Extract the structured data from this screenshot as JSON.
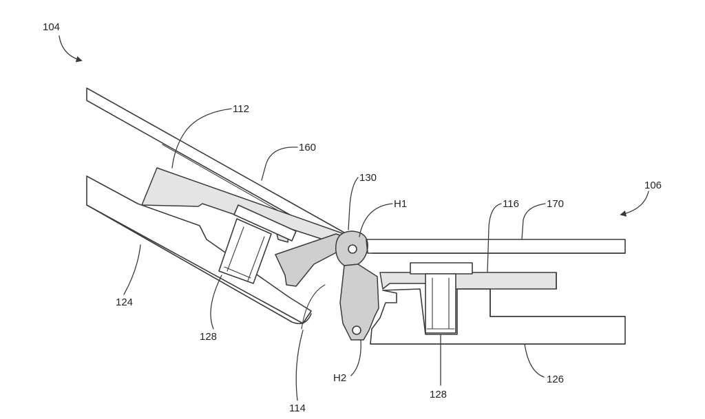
{
  "labels": {
    "ref_104": "104",
    "ref_106": "106",
    "ref_112": "112",
    "ref_114": "114",
    "ref_116": "116",
    "ref_124": "124",
    "ref_126": "126",
    "ref_128_left": "128",
    "ref_128_right": "128",
    "ref_130": "130",
    "ref_160": "160",
    "ref_170": "170",
    "ref_h1": "H1",
    "ref_h2": "H2"
  },
  "colors": {
    "ink": "#3a3a3a",
    "hinge_fill": "#cfcfcf",
    "plate_fill": "#e4e4e4",
    "background": "#ffffff"
  }
}
